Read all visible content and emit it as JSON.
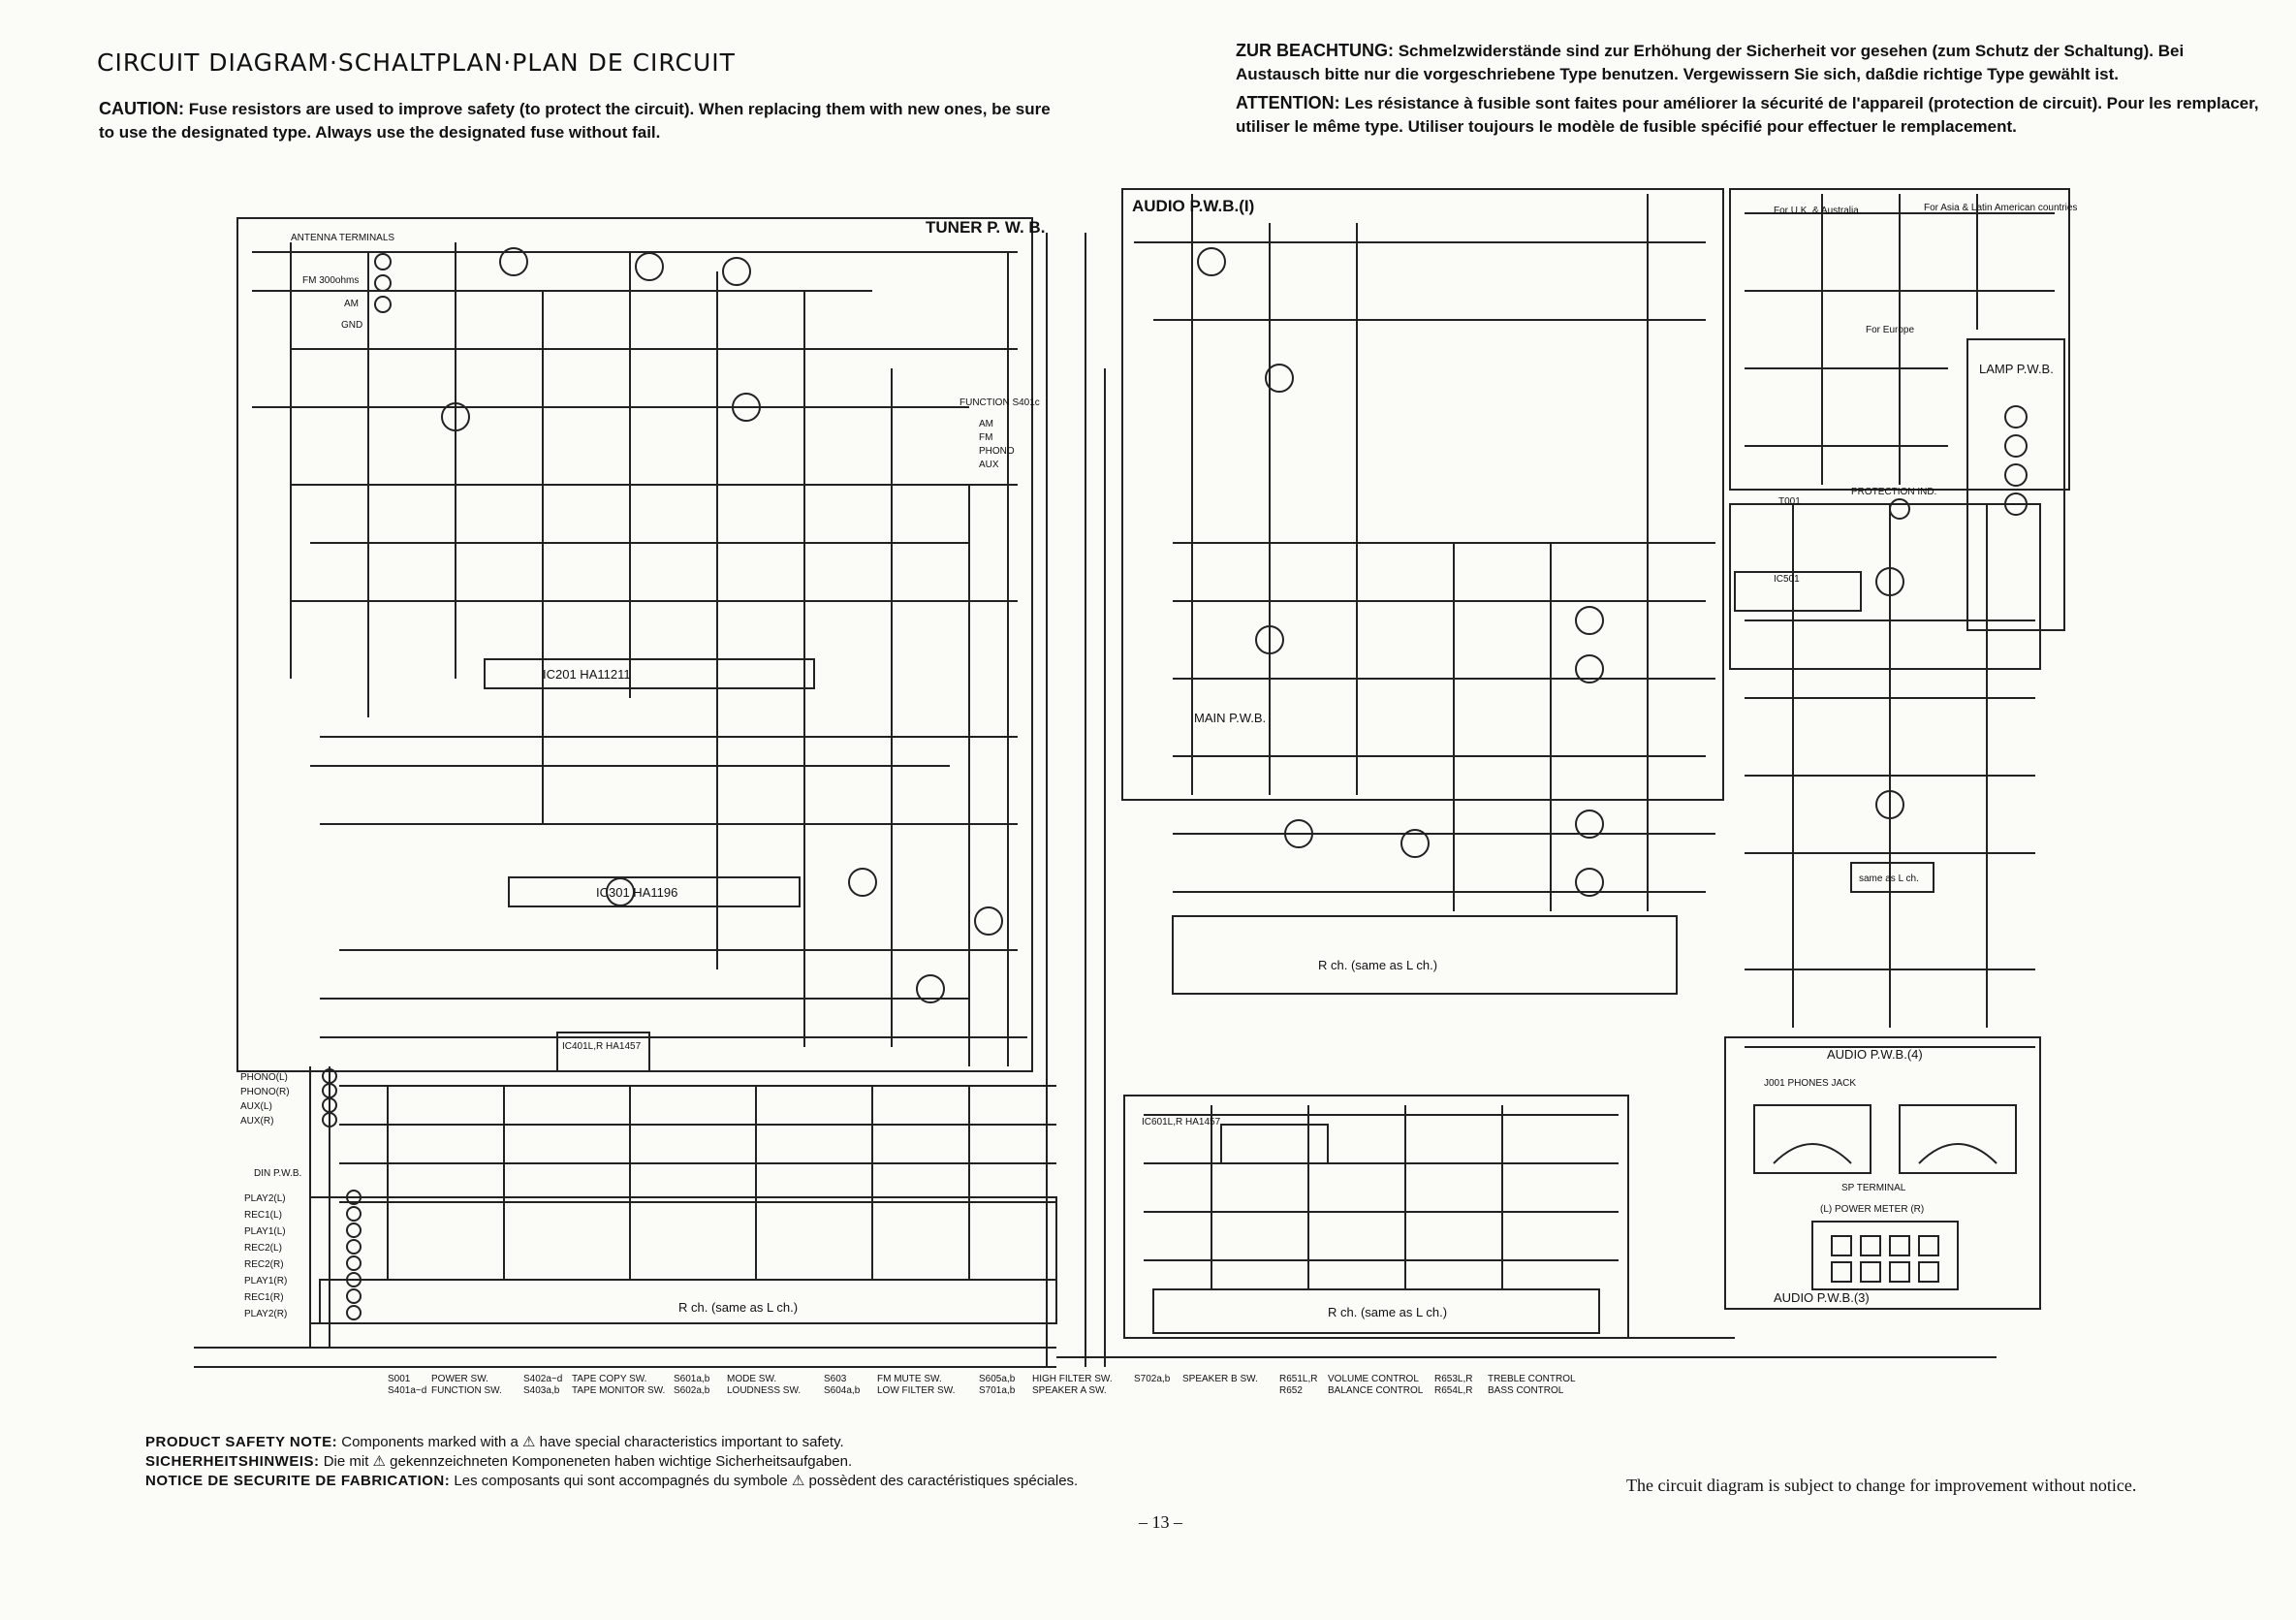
{
  "header": {
    "title": "CIRCUIT DIAGRAM·SCHALTPLAN·PLAN DE CIRCUIT",
    "caution_label": "CAUTION:",
    "caution_text": "Fuse resistors are used to improve safety (to protect the circuit). When replacing them with new ones, be sure to use the designated type. Always use the designated fuse without fail.",
    "zur_label": "ZUR BEACHTUNG:",
    "zur_text": "Schmelzwiderstände sind zur Erhöhung der Sicherheit vor gesehen (zum Schutz der Schaltung). Bei Austausch bitte nur die vorgeschriebene Type benutzen. Vergewissern Sie sich, daßdie richtige Type gewählt ist.",
    "attention_label": "ATTENTION:",
    "attention_text": "Les résistance à fusible sont faites pour améliorer la sécurité de l'appareil (protection de circuit). Pour les remplacer, utiliser le même type. Utiliser toujours le modèle de fusible spécifié pour effectuer le remplacement."
  },
  "boards": {
    "tuner": "TUNER P. W. B.",
    "audio1": "AUDIO P.W.B.(I)",
    "main": "MAIN P.W.B.",
    "lamp": "LAMP P.W.B.",
    "audio4": "AUDIO P.W.B.(4)",
    "audio3": "AUDIO P.W.B.(3)",
    "din": "DIN P.W.B.",
    "rch_main": "R ch. (same as L ch.)",
    "rch_preamp": "R ch. (same as L ch.)",
    "rch_tone": "R ch. (same as L ch.)",
    "same_lch": "same as L ch."
  },
  "ic_labels": {
    "ic201": "IC201 HA11211",
    "ic301": "IC301 HA1196",
    "ic401": "IC401L,R HA1457",
    "ic601": "IC601L,R HA1457",
    "ic501": "IC501",
    "power_meter": "(L) POWER METER (R)",
    "sp_terminal": "SP TERMINAL",
    "phones": "J001 PHONES JACK",
    "antenna": "ANTENNA TERMINALS",
    "fm300": "FM 300ohms",
    "am": "AM",
    "gnd": "GND",
    "function_sw": "FUNCTION S401c",
    "protection": "PROTECTION IND.",
    "t001": "T001",
    "for_uk": "For U.K. & Australia",
    "for_asia": "For Asia & Latin American countries",
    "for_europe": "For Europe"
  },
  "inputs": [
    "PHONO(L)",
    "PHONO(R)",
    "AUX(L)",
    "AUX(R)",
    "PLAY2(L)",
    "REC1(L)",
    "PLAY1(L)",
    "REC2(L)",
    "REC2(R)",
    "PLAY1(R)",
    "REC1(R)",
    "PLAY2(R)"
  ],
  "function_options": [
    "AM",
    "FM",
    "PHONO",
    "AUX"
  ],
  "switch_legend": [
    {
      "ref": "S001",
      "desc": "POWER SW."
    },
    {
      "ref": "S401a~d",
      "desc": "FUNCTION SW."
    },
    {
      "ref": "S402a~d",
      "desc": "TAPE COPY SW."
    },
    {
      "ref": "S403a,b",
      "desc": "TAPE MONITOR SW."
    },
    {
      "ref": "S601a,b",
      "desc": "MODE SW."
    },
    {
      "ref": "S602a,b",
      "desc": "LOUDNESS SW."
    },
    {
      "ref": "S603",
      "desc": "FM MUTE SW."
    },
    {
      "ref": "S604a,b",
      "desc": "LOW FILTER SW."
    },
    {
      "ref": "S605a,b",
      "desc": "HIGH FILTER SW."
    },
    {
      "ref": "S701a,b",
      "desc": "SPEAKER A SW."
    },
    {
      "ref": "S702a,b",
      "desc": "SPEAKER B SW."
    },
    {
      "ref": "R651L,R",
      "desc": "VOLUME CONTROL"
    },
    {
      "ref": "R652",
      "desc": "BALANCE CONTROL"
    },
    {
      "ref": "R653L,R",
      "desc": "TREBLE CONTROL"
    },
    {
      "ref": "R654L,R",
      "desc": "BASS CONTROL"
    }
  ],
  "safety": {
    "en_label": "PRODUCT SAFETY NOTE:",
    "en_text": "Components marked with a ⚠ have special characteristics important to safety.",
    "de_label": "SICHERHEITSHINWEIS:",
    "de_text": "Die mit ⚠ gekennzeichneten Komponeneten haben wichtige Sicherheitsaufgaben.",
    "fr_label": "NOTICE DE SECURITE DE FABRICATION:",
    "fr_text": "Les composants qui sont accompagnés du symbole ⚠ possèdent des caractéristiques spéciales."
  },
  "footer": {
    "notice": "The circuit diagram is subject to change for improvement without notice.",
    "page": "– 13 –"
  }
}
